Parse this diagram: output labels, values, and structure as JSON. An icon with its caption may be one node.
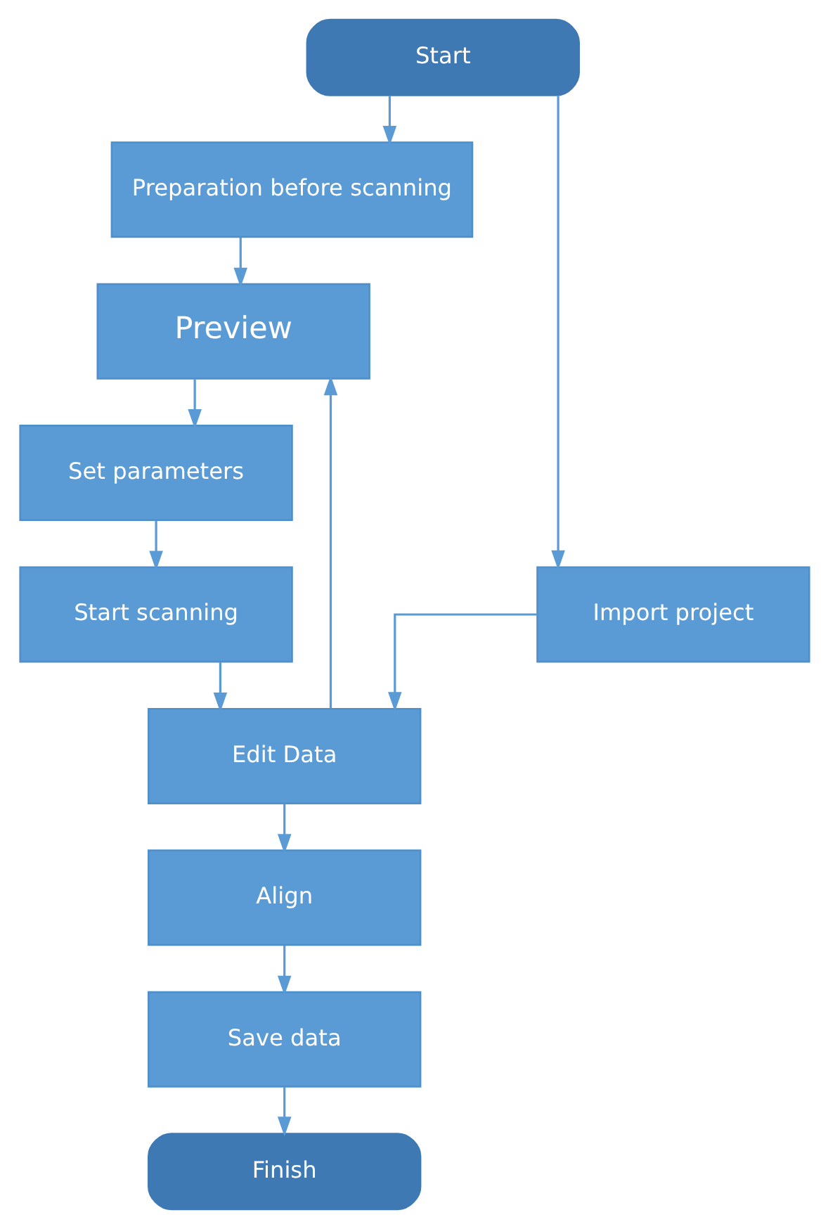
{
  "diagram": {
    "nodes": [
      {
        "text": [
          "Start"
        ]
      },
      {
        "text": [
          "Preparation before scanning"
        ]
      },
      {
        "text": [
          "Preview"
        ]
      },
      {
        "text": [
          "Set parameters"
        ]
      },
      {
        "text": [
          "Import project"
        ]
      },
      {
        "text": [
          "Start scanning"
        ]
      },
      {
        "text": [
          "Edit Data"
        ]
      },
      {
        "text": [
          "Align"
        ]
      },
      {
        "text": [
          "Save data"
        ]
      },
      {
        "text": [
          "Finish"
        ]
      }
    ],
    "edges": [
      {
        "from": 0,
        "to": 1,
        "arrow": "to"
      },
      {
        "from": 0,
        "to": 4,
        "arrow": "to"
      },
      {
        "from": 1,
        "to": 2,
        "arrow": "to"
      },
      {
        "from": 2,
        "to": 3,
        "arrow": "to"
      },
      {
        "from": 3,
        "to": 5,
        "arrow": "to"
      },
      {
        "from": 4,
        "to": 6,
        "arrow": "to"
      },
      {
        "from": 5,
        "to": 6,
        "arrow": "to"
      },
      {
        "from": 6,
        "to": 2,
        "arrow": "to"
      },
      {
        "from": 6,
        "to": 7,
        "arrow": "to"
      },
      {
        "from": 7,
        "to": 8,
        "arrow": "to"
      },
      {
        "from": 8,
        "to": 9,
        "arrow": "to"
      }
    ]
  }
}
